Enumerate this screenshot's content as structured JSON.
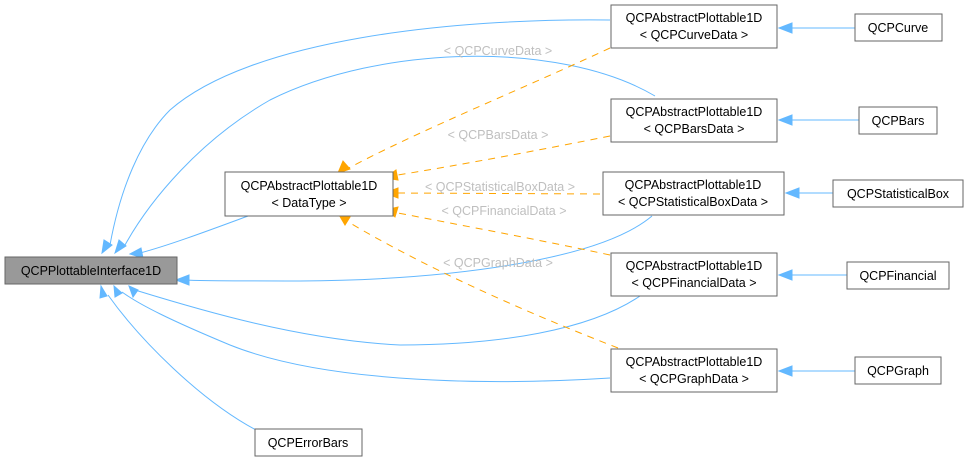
{
  "diagram": {
    "title": "QCPPlottableInterface1D inheritance graph",
    "colors": {
      "inherit_edge": "#63b8ff",
      "template_edge": "#ffa500",
      "root_fill": "#999999",
      "node_border": "#666666",
      "edge_label": "#bfbfbf"
    },
    "nodes": {
      "root": {
        "line1": "QCPPlottableInterface1D"
      },
      "abstract": {
        "line1": "QCPAbstractPlottable1D",
        "line2": "< DataType >"
      },
      "curve_data": {
        "line1": "QCPAbstractPlottable1D",
        "line2": "< QCPCurveData >"
      },
      "bars_data": {
        "line1": "QCPAbstractPlottable1D",
        "line2": "< QCPBarsData >"
      },
      "statbox_data": {
        "line1": "QCPAbstractPlottable1D",
        "line2": "< QCPStatisticalBoxData >"
      },
      "financial_data": {
        "line1": "QCPAbstractPlottable1D",
        "line2": "< QCPFinancialData >"
      },
      "graph_data": {
        "line1": "QCPAbstractPlottable1D",
        "line2": "< QCPGraphData >"
      },
      "curve": {
        "line1": "QCPCurve"
      },
      "bars": {
        "line1": "QCPBars"
      },
      "statbox": {
        "line1": "QCPStatisticalBox"
      },
      "financial": {
        "line1": "QCPFinancial"
      },
      "graph": {
        "line1": "QCPGraph"
      },
      "errorbars": {
        "line1": "QCPErrorBars"
      }
    },
    "edge_labels": {
      "curve": "< QCPCurveData >",
      "bars": "< QCPBarsData >",
      "statbox": "< QCPStatisticalBoxData >",
      "financial": "< QCPFinancialData >",
      "graph": "< QCPGraphData >"
    }
  }
}
